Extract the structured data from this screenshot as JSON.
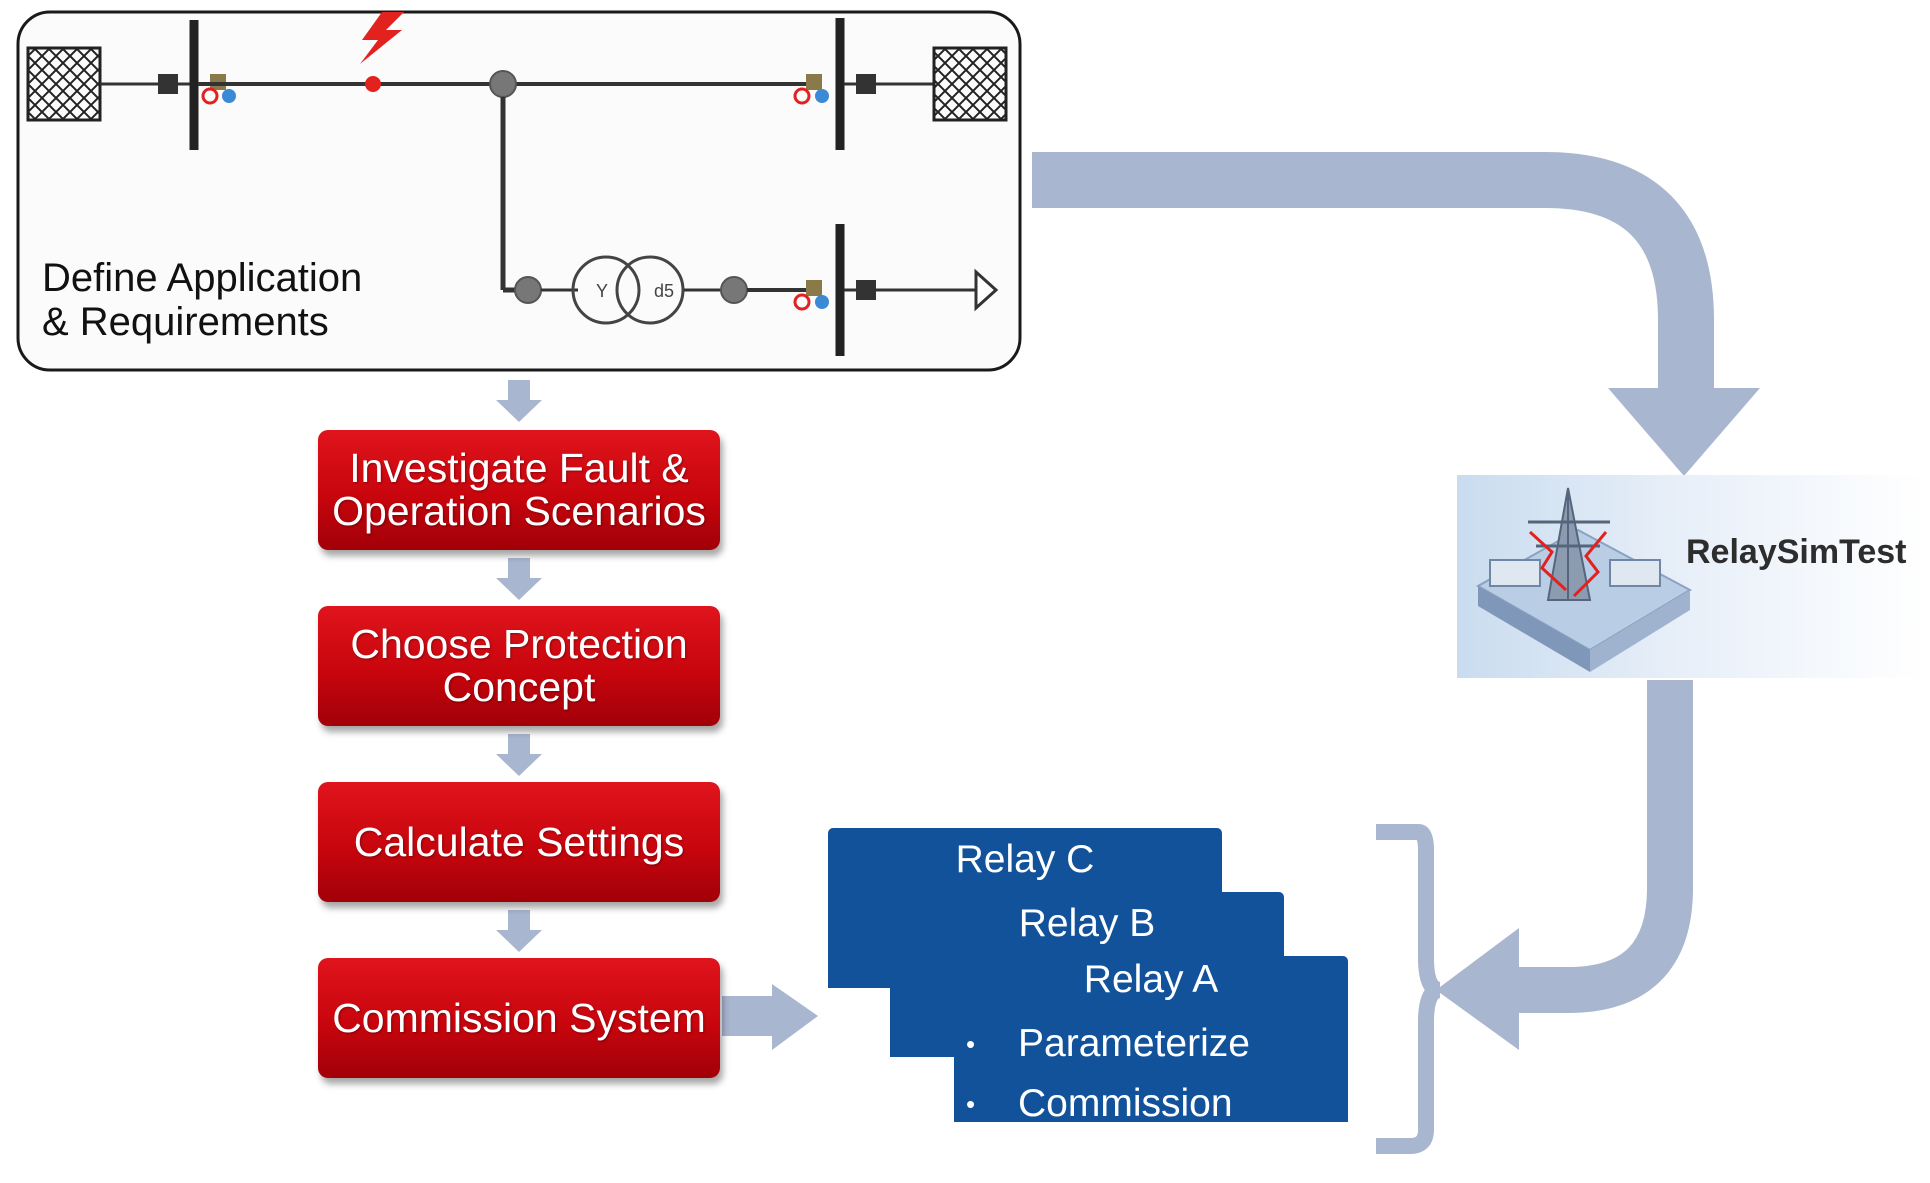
{
  "header_panel": {
    "title_line1": "Define Application",
    "title_line2": "& Requirements",
    "transformer_left": "Y",
    "transformer_right": "d5"
  },
  "steps": [
    {
      "line1": "Investigate Fault &",
      "line2": "Operation Scenarios"
    },
    {
      "line1": "Choose Protection",
      "line2": "Concept"
    },
    {
      "line1": "Calculate Settings",
      "line2": ""
    },
    {
      "line1": "Commission System",
      "line2": ""
    }
  ],
  "relays": {
    "relay_c": "Relay C",
    "relay_b": "Relay B",
    "relay_a": "Relay A",
    "tasks": [
      "Parameterize",
      "Commission"
    ]
  },
  "product": {
    "name": "RelaySimTest"
  },
  "colors": {
    "step_red": "#c8050d",
    "relay_blue": "#11529a",
    "arrow_grey_blue": "#a9b6cf",
    "fault_red": "#e2221f"
  },
  "icons": [
    "crosshatch-source-icon",
    "fault-lightning-icon",
    "transformer-icon",
    "tower-substation-icon",
    "load-arrow-icon"
  ]
}
